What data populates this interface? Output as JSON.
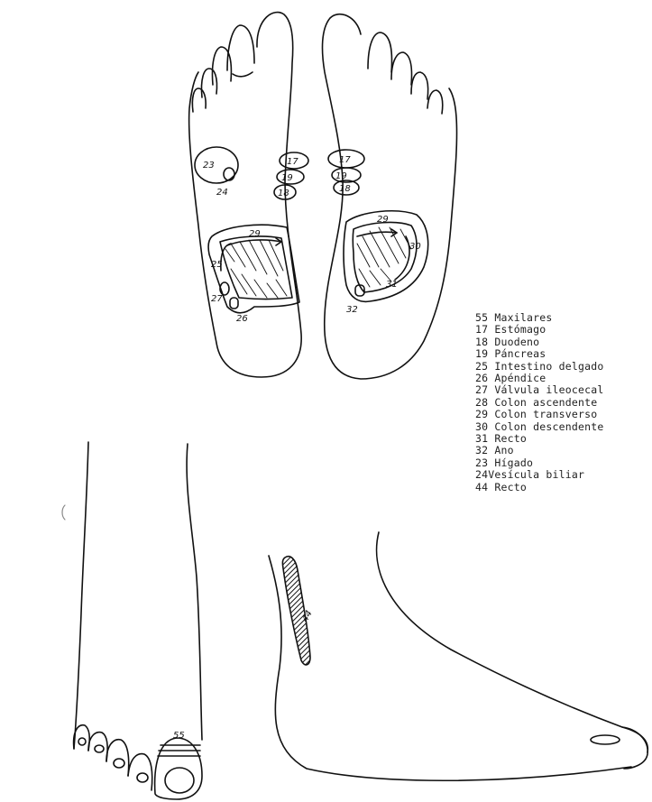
{
  "zone_labels": {
    "l23": "23",
    "l24": "24",
    "l17": "17",
    "l19": "19",
    "l18": "18",
    "l29": "29",
    "l25": "25",
    "l27": "27",
    "l26": "26",
    "r17": "17",
    "r19": "19",
    "r18": "18",
    "r29": "29",
    "r30": "30",
    "r31": "31",
    "r32": "32",
    "l55": "55",
    "l44": "44"
  },
  "legend": [
    "55 Maxilares",
    "17 Estómago",
    "18 Duodeno",
    "19 Páncreas",
    "25 Intestino delgado",
    "26 Apéndice",
    "27 Válvula ileocecal",
    "28 Colon ascendente",
    "29 Colon transverso",
    "30 Colon descendente",
    "31 Recto",
    "32 Ano",
    "23 Hígado",
    "24Vesícula biliar",
    "44 Recto"
  ]
}
